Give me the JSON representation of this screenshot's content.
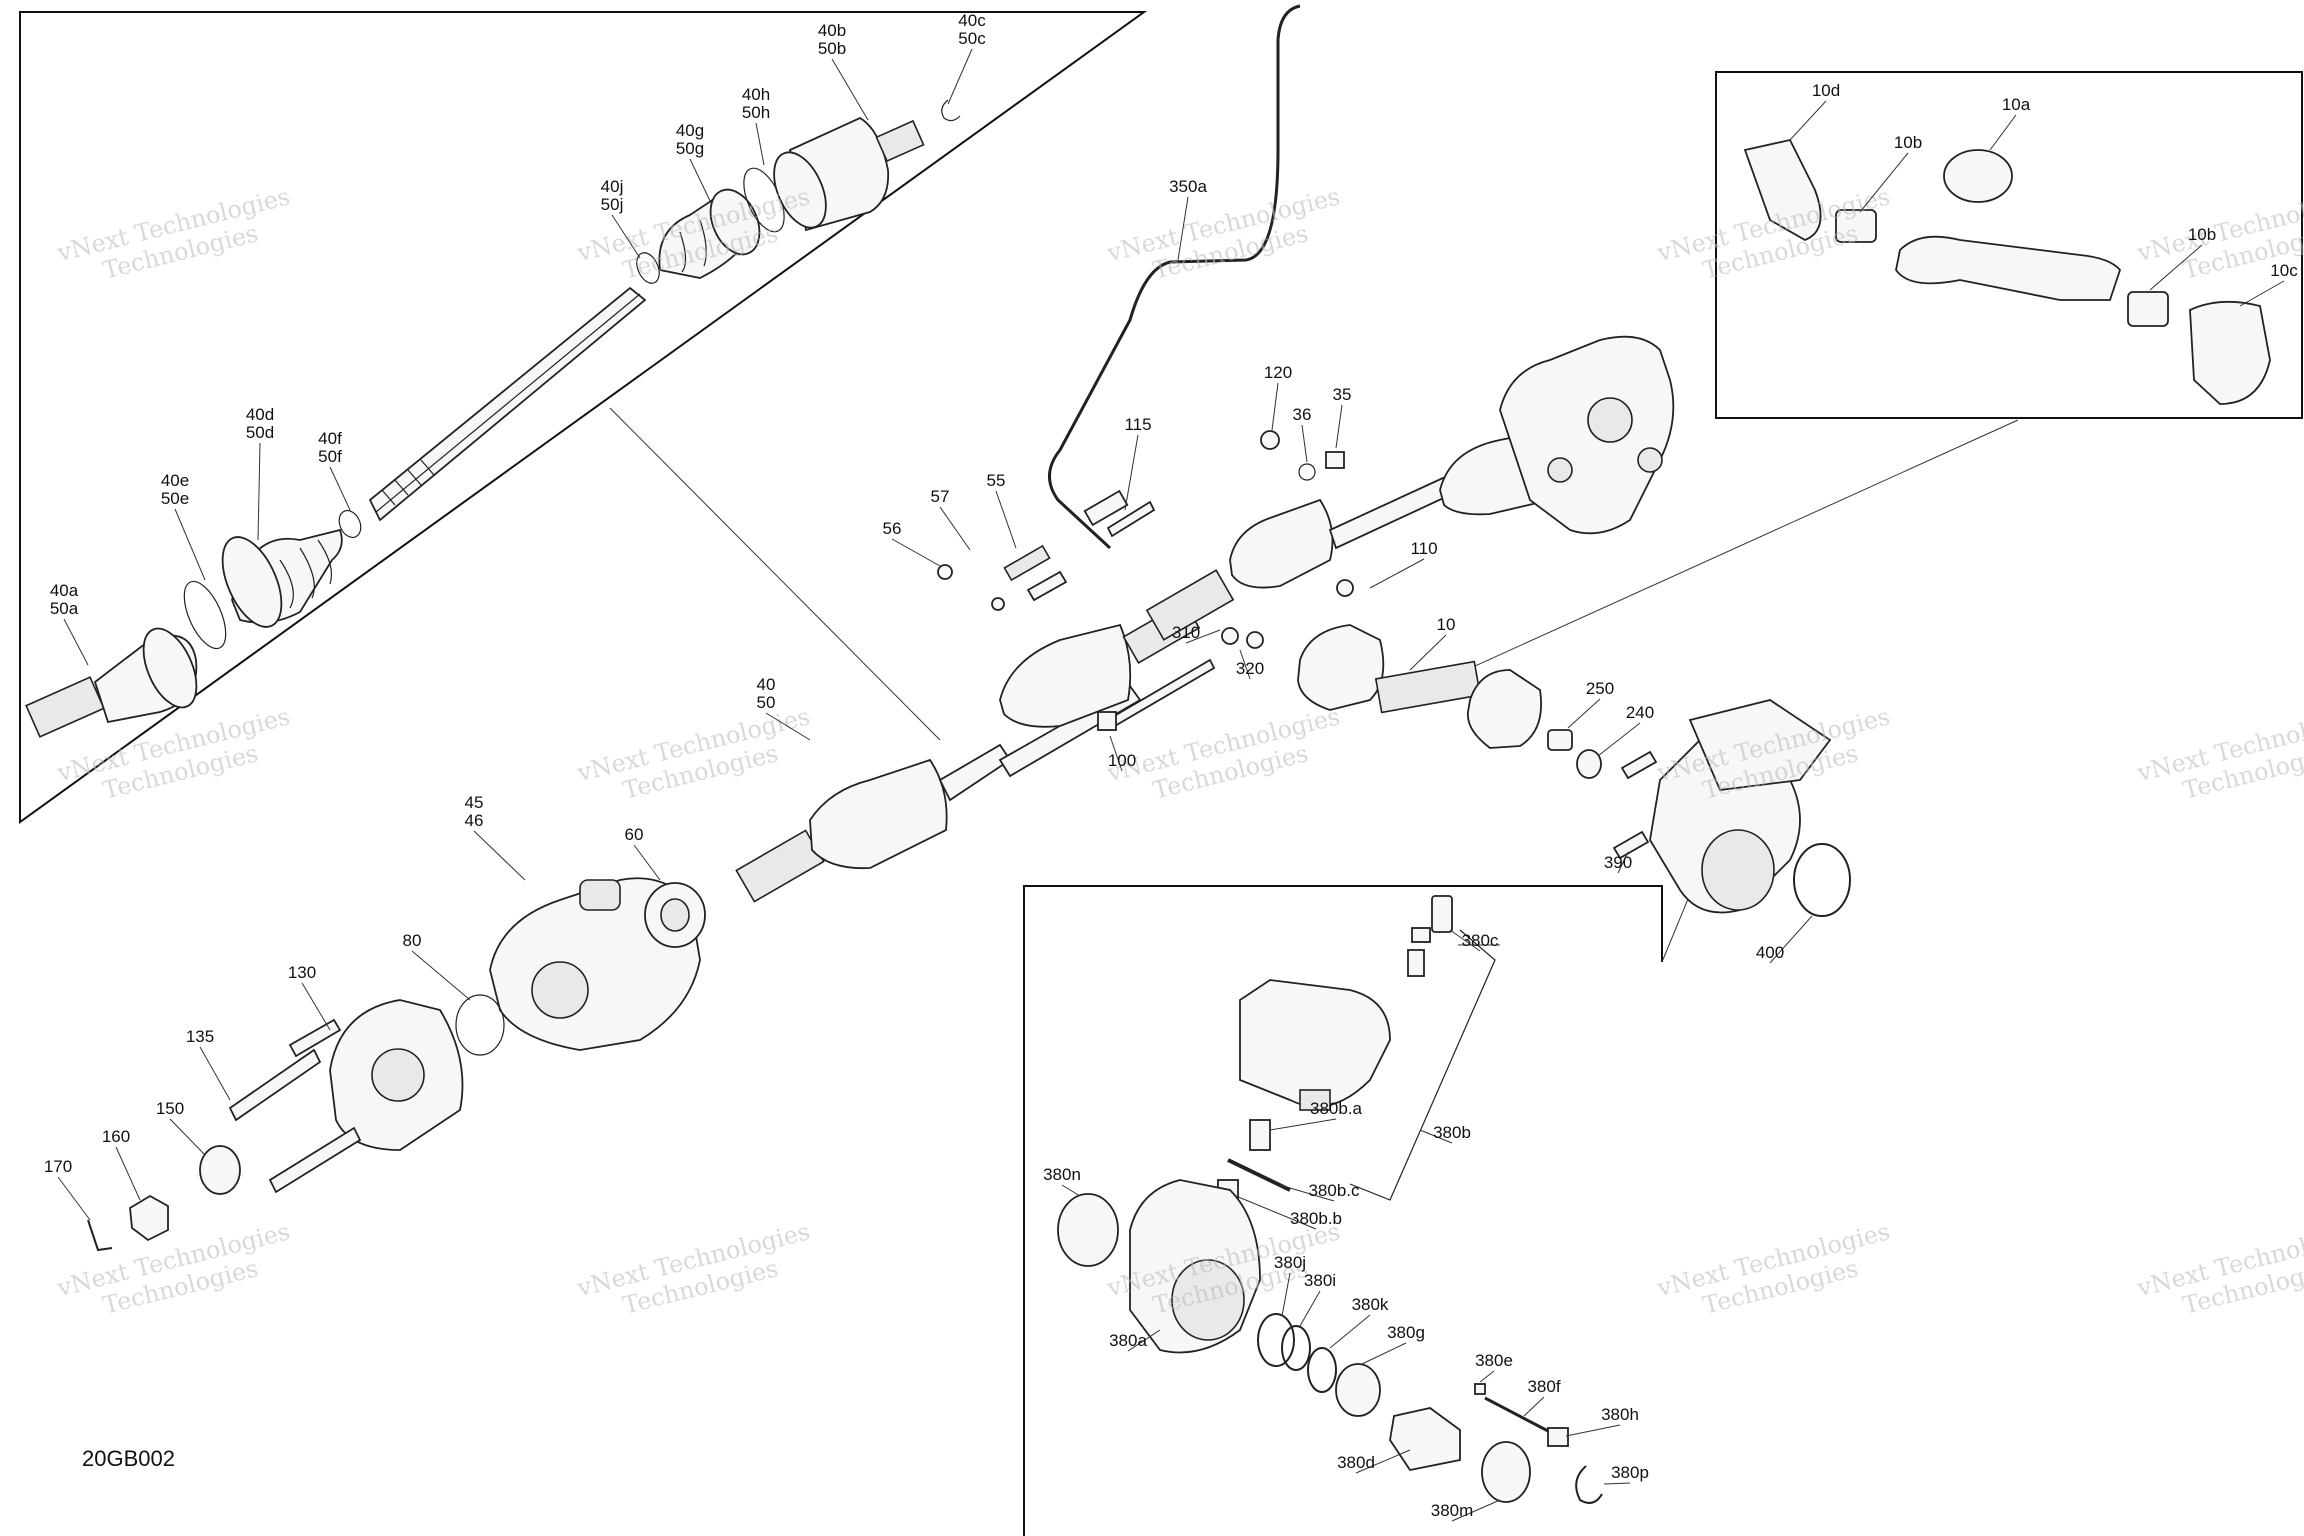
{
  "diagram": {
    "drawing_code": "20GB002",
    "watermark": {
      "line1": "vNext Technologies",
      "line2": "Technologies"
    },
    "callouts": [
      {
        "id": "40a",
        "lines": [
          "40a",
          "50a"
        ]
      },
      {
        "id": "40b",
        "lines": [
          "40b",
          "50b"
        ]
      },
      {
        "id": "40c",
        "lines": [
          "40c",
          "50c"
        ]
      },
      {
        "id": "40d",
        "lines": [
          "40d",
          "50d"
        ]
      },
      {
        "id": "40e",
        "lines": [
          "40e",
          "50e"
        ]
      },
      {
        "id": "40f",
        "lines": [
          "40f",
          "50f"
        ]
      },
      {
        "id": "40g",
        "lines": [
          "40g",
          "50g"
        ]
      },
      {
        "id": "40h",
        "lines": [
          "40h",
          "50h"
        ]
      },
      {
        "id": "40j",
        "lines": [
          "40j",
          "50j"
        ]
      },
      {
        "id": "40",
        "lines": [
          "40",
          "50"
        ]
      },
      {
        "id": "45",
        "lines": [
          "45",
          "46"
        ]
      },
      {
        "id": "60",
        "lines": [
          "60"
        ]
      },
      {
        "id": "80",
        "lines": [
          "80"
        ]
      },
      {
        "id": "130",
        "lines": [
          "130"
        ]
      },
      {
        "id": "135",
        "lines": [
          "135"
        ]
      },
      {
        "id": "150",
        "lines": [
          "150"
        ]
      },
      {
        "id": "160",
        "lines": [
          "160"
        ]
      },
      {
        "id": "170",
        "lines": [
          "170"
        ]
      },
      {
        "id": "350a",
        "lines": [
          "350a"
        ]
      },
      {
        "id": "120",
        "lines": [
          "120"
        ]
      },
      {
        "id": "36",
        "lines": [
          "36"
        ]
      },
      {
        "id": "35",
        "lines": [
          "35"
        ]
      },
      {
        "id": "115",
        "lines": [
          "115"
        ]
      },
      {
        "id": "55",
        "lines": [
          "55"
        ]
      },
      {
        "id": "57",
        "lines": [
          "57"
        ]
      },
      {
        "id": "56",
        "lines": [
          "56"
        ]
      },
      {
        "id": "110",
        "lines": [
          "110"
        ]
      },
      {
        "id": "310",
        "lines": [
          "310"
        ]
      },
      {
        "id": "320",
        "lines": [
          "320"
        ]
      },
      {
        "id": "10",
        "lines": [
          "10"
        ]
      },
      {
        "id": "100",
        "lines": [
          "100"
        ]
      },
      {
        "id": "250",
        "lines": [
          "250"
        ]
      },
      {
        "id": "240",
        "lines": [
          "240"
        ]
      },
      {
        "id": "390",
        "lines": [
          "390"
        ]
      },
      {
        "id": "400",
        "lines": [
          "400"
        ]
      },
      {
        "id": "10a",
        "lines": [
          "10a"
        ]
      },
      {
        "id": "10b1",
        "lines": [
          "10b"
        ]
      },
      {
        "id": "10b2",
        "lines": [
          "10b"
        ]
      },
      {
        "id": "10c",
        "lines": [
          "10c"
        ]
      },
      {
        "id": "10d",
        "lines": [
          "10d"
        ]
      },
      {
        "id": "380c",
        "lines": [
          "380c"
        ]
      },
      {
        "id": "380b",
        "lines": [
          "380b"
        ]
      },
      {
        "id": "380ba",
        "lines": [
          "380b.a"
        ]
      },
      {
        "id": "380bc",
        "lines": [
          "380b.c"
        ]
      },
      {
        "id": "380bb",
        "lines": [
          "380b.b"
        ]
      },
      {
        "id": "380n",
        "lines": [
          "380n"
        ]
      },
      {
        "id": "380j",
        "lines": [
          "380j"
        ]
      },
      {
        "id": "380i",
        "lines": [
          "380i"
        ]
      },
      {
        "id": "380k",
        "lines": [
          "380k"
        ]
      },
      {
        "id": "380g",
        "lines": [
          "380g"
        ]
      },
      {
        "id": "380a",
        "lines": [
          "380a"
        ]
      },
      {
        "id": "380e",
        "lines": [
          "380e"
        ]
      },
      {
        "id": "380f",
        "lines": [
          "380f"
        ]
      },
      {
        "id": "380h",
        "lines": [
          "380h"
        ]
      },
      {
        "id": "380d",
        "lines": [
          "380d"
        ]
      },
      {
        "id": "380p",
        "lines": [
          "380p"
        ]
      },
      {
        "id": "380m",
        "lines": [
          "380m"
        ]
      }
    ]
  }
}
